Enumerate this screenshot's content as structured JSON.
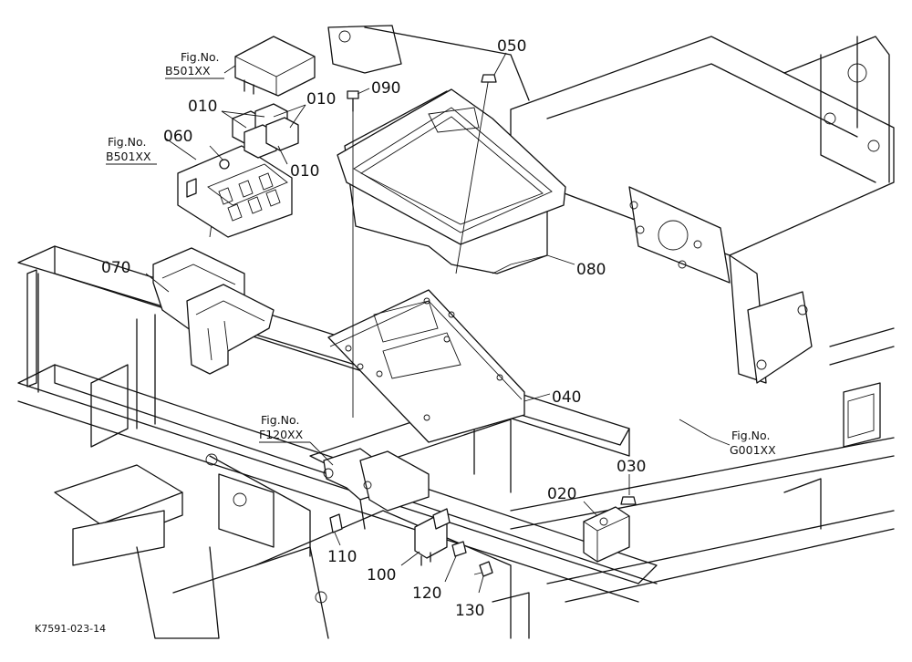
{
  "drawing_code": "K7591-023-14",
  "fig_refs": [
    {
      "id": "fig-b501-top",
      "label": "Fig.No.",
      "code": "B501XX"
    },
    {
      "id": "fig-b501-left",
      "label": "Fig.No.",
      "code": "B501XX"
    },
    {
      "id": "fig-f120",
      "label": "Fig.No.",
      "code": "F120XX"
    },
    {
      "id": "fig-g001",
      "label": "Fig.No.",
      "code": "G001XX"
    }
  ],
  "part_labels": [
    {
      "id": "p010a",
      "text": "010"
    },
    {
      "id": "p010b",
      "text": "010"
    },
    {
      "id": "p010c",
      "text": "010"
    },
    {
      "id": "p020",
      "text": "020"
    },
    {
      "id": "p030",
      "text": "030"
    },
    {
      "id": "p040",
      "text": "040"
    },
    {
      "id": "p050",
      "text": "050"
    },
    {
      "id": "p060",
      "text": "060"
    },
    {
      "id": "p070",
      "text": "070"
    },
    {
      "id": "p080",
      "text": "080"
    },
    {
      "id": "p090",
      "text": "090"
    },
    {
      "id": "p100",
      "text": "100"
    },
    {
      "id": "p110",
      "text": "110"
    },
    {
      "id": "p120",
      "text": "120"
    },
    {
      "id": "p130",
      "text": "130"
    }
  ]
}
